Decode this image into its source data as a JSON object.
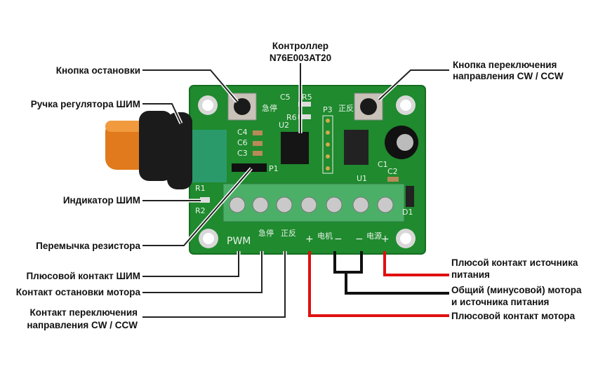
{
  "labels": {
    "stop_button": "Кнопка остановки",
    "pwm_knob": "Ручка регулятора ШИМ",
    "controller_line1": "Контроллер",
    "controller_line2": "N76E003AT20",
    "dir_button_line1": "Кнопка переключения",
    "dir_button_line2": "направления CW / CCW",
    "pwm_indicator": "Индикатор ШИМ",
    "resistor_jumper": "Перемычка резистора",
    "pwm_plus": "Плюсовой контакт ШИМ",
    "motor_stop_contact": "Контакт остановки мотора",
    "dir_contact_line1": "Контакт переключения",
    "dir_contact_line2": "направления CW / CCW",
    "supply_plus_line1": "Плюсой контакт источника",
    "supply_plus_line2": "питания",
    "common_minus_line1": "Общий (минусовой) мотора",
    "common_minus_line2": "и источника питания",
    "motor_plus": "Плюсовой контакт мотора"
  },
  "silkscreen": {
    "pwm": "PWM",
    "stop": "急停",
    "dir": "正反",
    "motor": "电机",
    "power": "电源",
    "plus": "+",
    "minus": "−",
    "refs": [
      "C5",
      "R5",
      "R6",
      "P3",
      "U2",
      "C4",
      "C6",
      "C3",
      "P1",
      "U1",
      "C1",
      "C2",
      "R1",
      "R2",
      "D1"
    ]
  },
  "colors": {
    "pcb": "#1f8a2e",
    "terminal": "#4caf68",
    "knob": "#e07a1c",
    "positive_wire": "#e01010",
    "negative_wire": "#111111"
  }
}
